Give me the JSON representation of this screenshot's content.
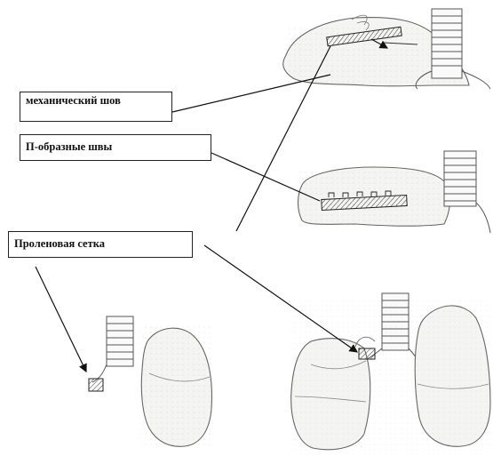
{
  "labels": {
    "mechanical_suture": "механический шов",
    "u_sutures": "П-образные швы",
    "prolene_mesh": "Проленовая сетка"
  }
}
